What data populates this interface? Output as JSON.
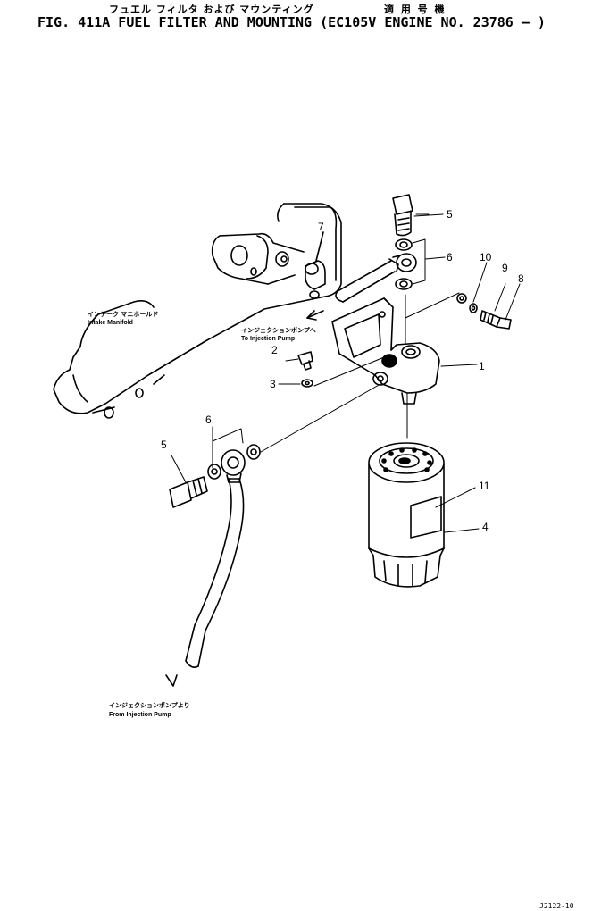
{
  "header": {
    "title_jp": "フュエル フィルタ および マウンティング",
    "apply_jp": "適 用 号 機",
    "title_en": "FIG. 411A  FUEL FILTER AND MOUNTING (EC105V  ENGINE NO. 23786 — )"
  },
  "labels": {
    "intake_jp": "インテーク マニホールド",
    "intake_en": "Intake Manifold",
    "to_pump_jp": "インジェクションポンプへ",
    "to_pump_en": "To Injection Pump",
    "from_pump_jp": "インジェクションポンプより",
    "from_pump_en": "From Injection Pump"
  },
  "callouts": {
    "c1": "1",
    "c2": "2",
    "c3": "3",
    "c4": "4",
    "c5a": "5",
    "c5b": "5",
    "c6a": "6",
    "c6b": "6",
    "c7": "7",
    "c8": "8",
    "c9": "9",
    "c10": "10",
    "c11": "11"
  },
  "footer": {
    "code": "J2122-10"
  }
}
